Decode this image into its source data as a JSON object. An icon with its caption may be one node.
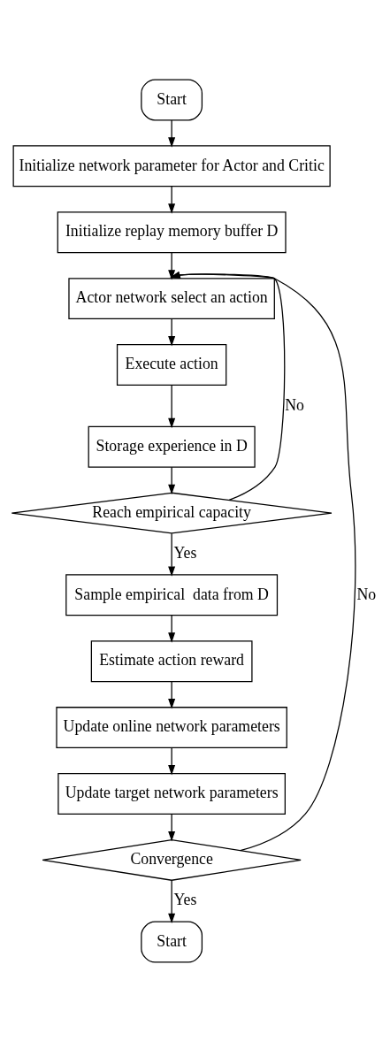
{
  "diagram": {
    "nodes": [
      {
        "text": [
          "Start"
        ]
      },
      {
        "text": [
          "Initialize network parameter for Actor and Critic"
        ]
      },
      {
        "text": [
          "Initialize replay memory buffer D"
        ]
      },
      {
        "text": [
          "Actor network select an action"
        ]
      },
      {
        "text": [
          "Execute action"
        ]
      },
      {
        "text": [
          "Storage experience in D"
        ]
      },
      {
        "text": [
          "Reach empirical capacity"
        ]
      },
      {
        "text": [
          "Sample empirical  data from D"
        ]
      },
      {
        "text": [
          "Estimate action reward"
        ]
      },
      {
        "text": [
          "Update online network parameters"
        ]
      },
      {
        "text": [
          "Update target network parameters"
        ]
      },
      {
        "text": [
          "Convergence"
        ]
      },
      {
        "text": [
          "Start"
        ]
      }
    ],
    "edges": [
      {
        "from": 0,
        "to": 1,
        "arrow": "to"
      },
      {
        "from": 1,
        "to": 2,
        "arrow": "to"
      },
      {
        "from": 2,
        "to": 3,
        "arrow": "to"
      },
      {
        "from": 3,
        "to": 4,
        "arrow": "to"
      },
      {
        "from": 4,
        "to": 5,
        "arrow": "to"
      },
      {
        "from": 5,
        "to": 6,
        "arrow": "to"
      },
      {
        "from": 6,
        "to": 3,
        "arrow": "to",
        "label": "No"
      },
      {
        "from": 6,
        "to": 7,
        "arrow": "to",
        "label": "Yes"
      },
      {
        "from": 7,
        "to": 8,
        "arrow": "to"
      },
      {
        "from": 8,
        "to": 9,
        "arrow": "to"
      },
      {
        "from": 9,
        "to": 10,
        "arrow": "to"
      },
      {
        "from": 10,
        "to": 11,
        "arrow": "to"
      },
      {
        "from": 11,
        "to": 3,
        "arrow": "to",
        "label": "No"
      },
      {
        "from": 11,
        "to": 12,
        "arrow": "to",
        "label": "Yes"
      }
    ]
  }
}
